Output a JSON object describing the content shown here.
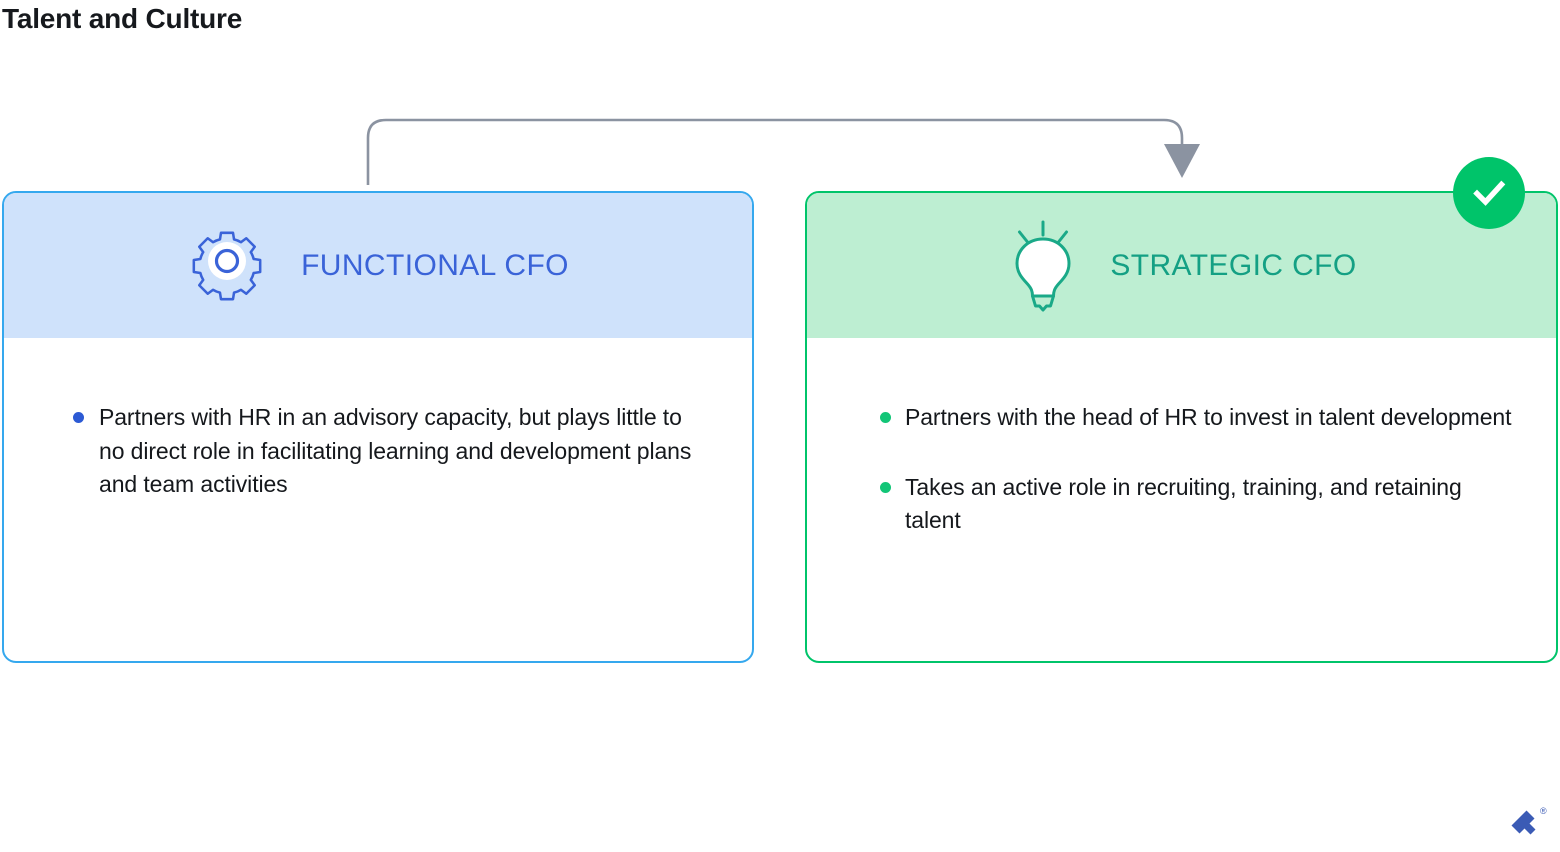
{
  "page": {
    "title": "Talent and Culture"
  },
  "connector": {
    "name": "flow-arrow",
    "color": "#8b93a1",
    "direction": "left-card-to-right-card"
  },
  "cards": [
    {
      "id": "functional-cfo",
      "header_label": "FUNCTIONAL CFO",
      "icon": "gear-icon",
      "accent_border": "#35a8ee",
      "header_bg": "#cfe2fb",
      "title_color": "#3a63d8",
      "bullet_color": "#2c5ad4",
      "bullets": [
        "Partners with HR in an advisory capacity, but plays little to no direct role in facilitating learning and development plans and team activities"
      ]
    },
    {
      "id": "strategic-cfo",
      "header_label": "STRATEGIC CFO",
      "icon": "lightbulb-icon",
      "accent_border": "#00c46a",
      "header_bg": "#bdeed2",
      "title_color": "#14a084",
      "bullet_color": "#12c577",
      "bullets": [
        "Partners with the head of HR to invest in talent development",
        "Takes an active role in recruiting, training, and retaining talent"
      ]
    }
  ],
  "badge": {
    "name": "check-badge",
    "icon": "check-icon",
    "color": "#00c46a"
  },
  "brand": {
    "name": "toptal-logo",
    "color": "#3b5bb5",
    "registered_mark": "®"
  }
}
